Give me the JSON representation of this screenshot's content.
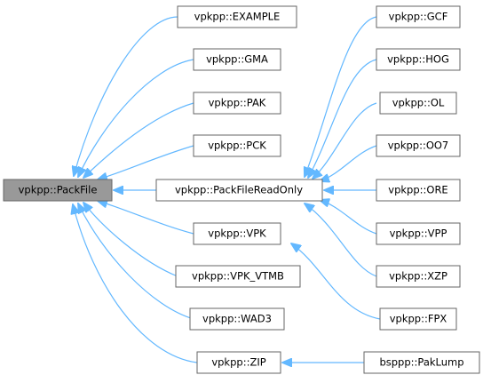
{
  "diagram": {
    "nodes": {
      "packfile": "vpkpp::PackFile",
      "example": "vpkpp::EXAMPLE",
      "gma": "vpkpp::GMA",
      "pak": "vpkpp::PAK",
      "pck": "vpkpp::PCK",
      "readonly": "vpkpp::PackFileReadOnly",
      "vpk": "vpkpp::VPK",
      "vpk_vtmb": "vpkpp::VPK_VTMB",
      "wad3": "vpkpp::WAD3",
      "zip": "vpkpp::ZIP",
      "gcf": "vpkpp::GCF",
      "hog": "vpkpp::HOG",
      "ol": "vpkpp::OL",
      "oo7": "vpkpp::OO7",
      "ore": "vpkpp::ORE",
      "vpp": "vpkpp::VPP",
      "xzp": "vpkpp::XZP",
      "fpx": "vpkpp::FPX",
      "paklump": "bsppp::PakLump"
    },
    "edges": [
      {
        "from": "example",
        "to": "packfile"
      },
      {
        "from": "gma",
        "to": "packfile"
      },
      {
        "from": "pak",
        "to": "packfile"
      },
      {
        "from": "pck",
        "to": "packfile"
      },
      {
        "from": "readonly",
        "to": "packfile"
      },
      {
        "from": "vpk",
        "to": "packfile"
      },
      {
        "from": "vpk_vtmb",
        "to": "packfile"
      },
      {
        "from": "wad3",
        "to": "packfile"
      },
      {
        "from": "zip",
        "to": "packfile"
      },
      {
        "from": "gcf",
        "to": "readonly"
      },
      {
        "from": "hog",
        "to": "readonly"
      },
      {
        "from": "ol",
        "to": "readonly"
      },
      {
        "from": "oo7",
        "to": "readonly"
      },
      {
        "from": "ore",
        "to": "readonly"
      },
      {
        "from": "vpp",
        "to": "readonly"
      },
      {
        "from": "xzp",
        "to": "readonly"
      },
      {
        "from": "fpx",
        "to": "vpk"
      },
      {
        "from": "paklump",
        "to": "zip"
      }
    ],
    "colors": {
      "edge": "#63b8ff",
      "root_fill": "#999999",
      "node_border": "#666666"
    }
  }
}
